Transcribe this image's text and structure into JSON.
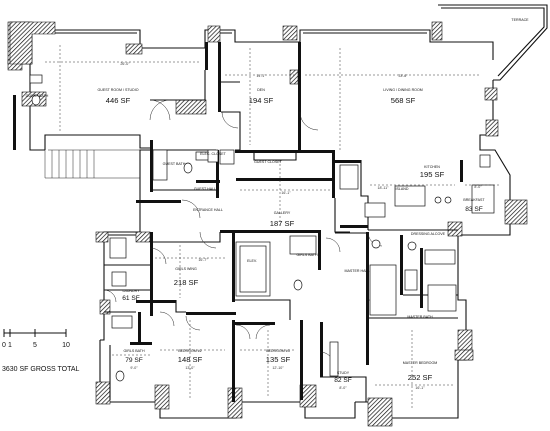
{
  "plan": {
    "total_label": "3630 SF GROSS TOTAL",
    "scale": {
      "ticks": [
        "0",
        "1",
        "5",
        "10"
      ]
    },
    "terrace_label": "TERRACE",
    "rooms": [
      {
        "id": "guest-room-studio",
        "name": "GUEST ROOM / STUDIO",
        "area": "446 SF",
        "dim": "26'-0\""
      },
      {
        "id": "den",
        "name": "DEN",
        "area": "194 SF",
        "dim": "14'-1\""
      },
      {
        "id": "living-dining",
        "name": "LIVING / DINING ROOM",
        "area": "568 SF",
        "dim": "33'-6\""
      },
      {
        "id": "kitchen",
        "name": "KITCHEN",
        "area": "195 SF",
        "dim": "18'-11\""
      },
      {
        "id": "breakfast",
        "name": "BREAKFAST",
        "area": "83 SF",
        "dim": "8'-0\""
      },
      {
        "id": "gallery",
        "name": "GALLERY",
        "area": "187 SF",
        "dim": "16'-1\""
      },
      {
        "id": "girls-wing",
        "name": "GIRLS WING",
        "area": "218 SF",
        "dim": "16'-7\""
      },
      {
        "id": "laundry",
        "name": "LAUNDRY",
        "area": "61 SF",
        "dim": ""
      },
      {
        "id": "girls-bath",
        "name": "GIRLS BATH",
        "area": "79 SF",
        "dim": "9'-0\""
      },
      {
        "id": "bedroom-2",
        "name": "BEDROOM #2",
        "area": "148 SF",
        "dim": "13'-0\""
      },
      {
        "id": "bedroom-3",
        "name": "BEDROOM #3",
        "area": "135 SF",
        "dim": "12'-10\""
      },
      {
        "id": "study",
        "name": "STUDY",
        "area": "82 SF",
        "dim": "8'-0\""
      },
      {
        "id": "master-bedroom",
        "name": "MASTER BEDROOM",
        "area": "252 SF",
        "dim": "16'-1\""
      }
    ],
    "minor_labels": {
      "guest_bath": "GUEST BATH",
      "guest_hall": "GUEST HALL",
      "guest_closet": "GUEST CLOSET",
      "entrance_hall": "ENTRANCE HALL",
      "elec": "ELEC. CLOSET",
      "girls_bath2": "GIRLS BATH",
      "master_hall": "MASTER HALL",
      "island": "ISLAND",
      "master_bath": "MASTER BATH",
      "dressing": "DRESSING ALCOVE",
      "elev": "ELEV.",
      "guest_room_bath": "GUEST BATH"
    }
  }
}
